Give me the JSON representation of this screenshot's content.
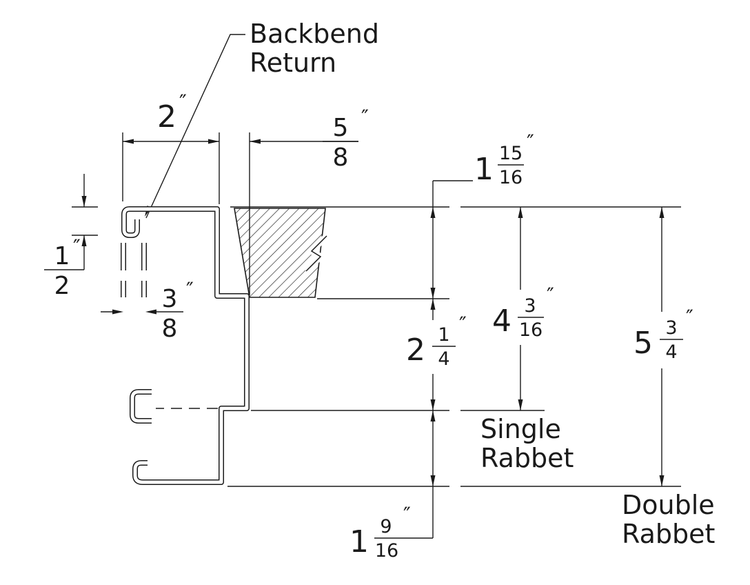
{
  "units": {
    "inch_mark": "″"
  },
  "annotations": {
    "backbend_return": {
      "line1": "Backbend",
      "line2": "Return"
    },
    "single_rabbet": {
      "line1": "Single",
      "line2": "Rabbet"
    },
    "double_rabbet": {
      "line1": "Double",
      "line2": "Rabbet"
    }
  },
  "dimensions": {
    "face_width": {
      "whole": "2"
    },
    "stop_width": {
      "num": "5",
      "den": "8"
    },
    "backbend_height": {
      "num": "1",
      "den": "2"
    },
    "backbend_return_width": {
      "num": "3",
      "den": "8"
    },
    "rabbet_1_depth": {
      "whole": "1",
      "num": "15",
      "den": "16"
    },
    "stop_to_single_back": {
      "whole": "2",
      "num": "1",
      "den": "4"
    },
    "single_rabbet_depth": {
      "whole": "4",
      "num": "3",
      "den": "16"
    },
    "double_rabbet_depth": {
      "whole": "5",
      "num": "3",
      "den": "4"
    },
    "rabbet_2_depth": {
      "whole": "1",
      "num": "9",
      "den": "16"
    }
  },
  "colors": {
    "line": "#1a1a1a",
    "background": "#ffffff"
  }
}
